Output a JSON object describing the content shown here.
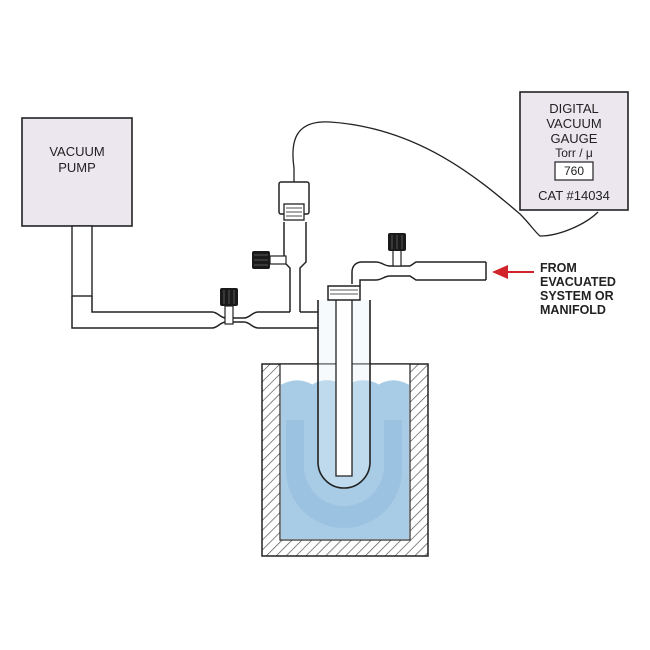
{
  "vacuum_pump": {
    "line1": "VACUUM",
    "line2": "PUMP"
  },
  "gauge": {
    "line1": "DIGITAL",
    "line2": "VACUUM",
    "line3": "GAUGE",
    "unit": "Torr / μ",
    "reading": "760",
    "catalog": "CAT #14034"
  },
  "source_label": {
    "line1": "FROM",
    "line2": "EVACUATED",
    "line3": "SYSTEM OR",
    "line4": "MANIFOLD"
  },
  "colors": {
    "box_fill": "#ece6ef",
    "outline": "#222222",
    "coolant": "#a9cce6",
    "coolant_deep": "#8fbadb",
    "hatch": "#555555",
    "arrow": "#d2232a",
    "knob": "#1a1a1a"
  }
}
